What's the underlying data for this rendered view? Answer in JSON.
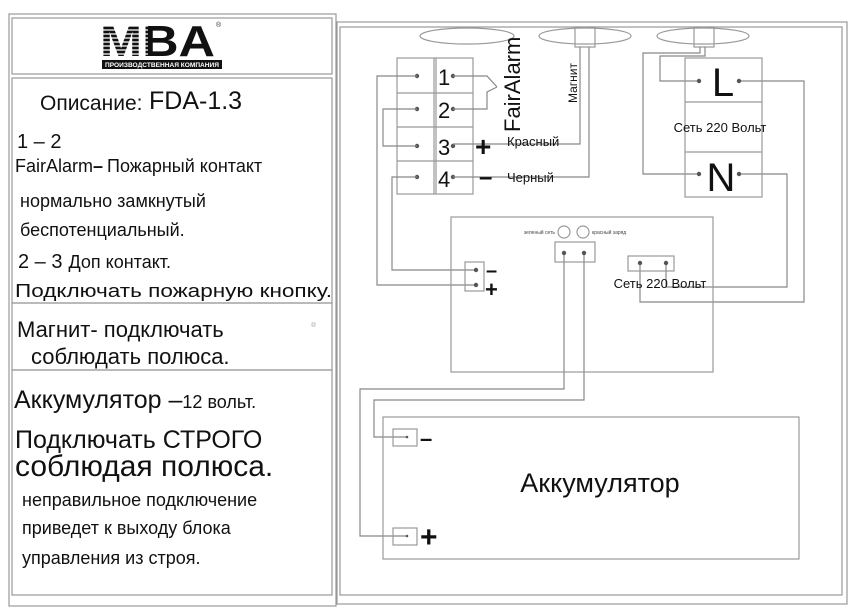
{
  "logo": {
    "brand": "MBA",
    "tagline": "ПРОИЗВОДСТВЕННАЯ КОМПАНИЯ",
    "registered": "®"
  },
  "description": {
    "label": "Описание:",
    "model": "FDA-1.3",
    "pair_1_2": "1 – 2",
    "fairalarm_term": "FairAlarm",
    "dash": "–",
    "fairalarm_desc": "Пожарный контакт",
    "line2": "нормально замкнутый",
    "line3": "беспотенциальный.",
    "pair_2_3": "2 – 3",
    "pair_2_3_desc": "Доп контакт.",
    "line5": "Подключать пожарную кнопку."
  },
  "magnet_note": {
    "line1": "Магнит- подключать",
    "line2": "соблюдать полюса."
  },
  "battery_note": {
    "title": "Аккумулятор –",
    "voltage": "12 вольт.",
    "line2": "Подключать СТРОГО",
    "line3": "соблюдая полюса.",
    "line4": "неправильное подключение",
    "line5": "приведет к выходу блока",
    "line6": "управления из строя."
  },
  "diagram": {
    "terminal_numbers": [
      "1",
      "2",
      "3",
      "4"
    ],
    "fairalarm_label": "FairAlarm",
    "magnet_label": "Магнит",
    "plus": "+",
    "minus": "–",
    "red_wire": "Красный",
    "black_wire": "Черный",
    "mains_L": "L",
    "mains_N": "N",
    "mains_label": "Сеть 220 Вольт",
    "led_green": "зеленый сеть",
    "led_red": "красный заряд",
    "board_mains_label": "Сеть 220 Вольт",
    "battery_label": "Аккумулятор"
  }
}
